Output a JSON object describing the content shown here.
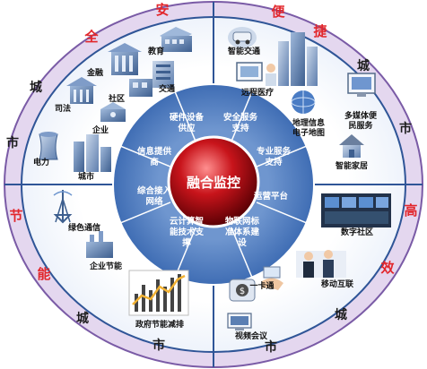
{
  "diagram": {
    "center_label": "融合监控",
    "outer_ring": {
      "red_chars": [
        "安",
        "全",
        "便",
        "捷",
        "节",
        "能",
        "高",
        "效"
      ],
      "dark_chars": [
        "城",
        "市",
        "城",
        "市",
        "城",
        "市",
        "城",
        "市"
      ]
    },
    "middle_ring": [
      "硬件设备供应",
      "安全服务支持",
      "专业服务支持",
      "运营平台",
      "物联网标准体系建设",
      "云计算智能技术支撑",
      "综合接入网络",
      "信息提供商"
    ],
    "quadrants": {
      "top_left": [
        "教育",
        "金融",
        "交通",
        "社区",
        "司法",
        "企业",
        "电力",
        "城市"
      ],
      "top_right": [
        "智能交通",
        "远程医疗",
        "地理信息电子地图",
        "多媒体便民服务",
        "智能家居"
      ],
      "bottom_left": [
        "绿色通信",
        "企业节能",
        "政府节能减排"
      ],
      "bottom_right": [
        "数字社区",
        "移动互联",
        "一卡通",
        "视频会议"
      ]
    }
  }
}
